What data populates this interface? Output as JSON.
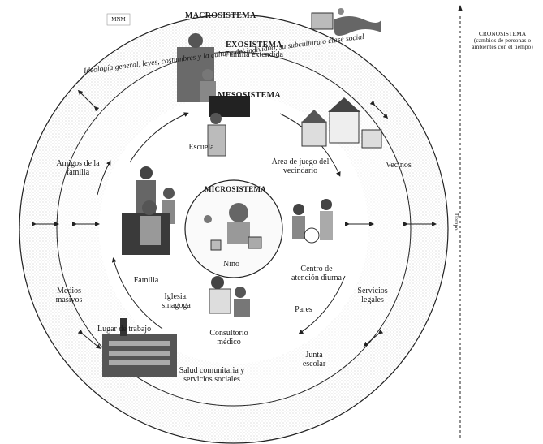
{
  "systems": {
    "macro": "MACROSISTEMA",
    "macro_desc": "Ideología general, leyes, costumbres y la cultura del individuo, su subcultura o clase social",
    "exo": "EXOSISTEMA",
    "exo_sub": "Familia extendida",
    "meso": "MESOSISTEMA",
    "micro": "MICROSISTEMA",
    "child": "Niño"
  },
  "micro_items": {
    "escuela": "Escuela",
    "area": "Área de juego del vecindario",
    "centro": "Centro de atención diurna",
    "pares": "Pares",
    "consultorio": "Consultorio médico",
    "iglesia": "Iglesia, sinagoga",
    "familia": "Familia"
  },
  "exo_items": {
    "amigos": "Amigos de la familia",
    "vecinos": "Vecinos",
    "servicios": "Servicios legales",
    "junta": "Junta escolar",
    "salud": "Salud comunitaria y servicios sociales",
    "trabajo": "Lugar de trabajo",
    "medios": "Medios masivos"
  },
  "cronosistema": {
    "title": "CRONOSISTEMA",
    "desc": "(cambios de personas o ambientes con el tiempo)",
    "axis": "Tiempo"
  },
  "badge": "MNM",
  "colors": {
    "ink": "#1a1a1a",
    "stipple": "#dcdcdc",
    "paper": "#ffffff"
  }
}
